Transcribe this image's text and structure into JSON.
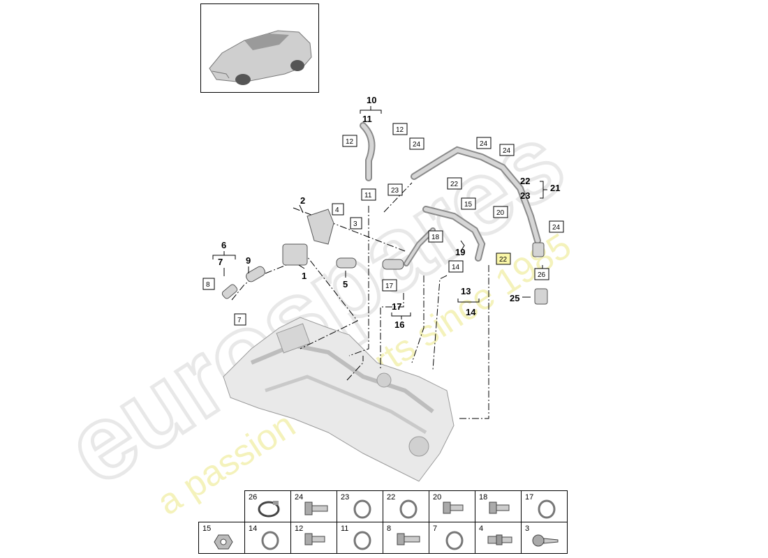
{
  "watermark": {
    "brand": "eurospares",
    "tagline": "a passion for parts since 1985"
  },
  "callouts": {
    "n1": "1",
    "n2": "2",
    "n3": "3",
    "n4": "4",
    "n5": "5",
    "n6": "6",
    "n7": "7",
    "n8": "8",
    "n9": "9",
    "n10": "10",
    "n11": "11",
    "n12": "12",
    "n13": "13",
    "n14": "14",
    "n15": "15",
    "n16": "16",
    "n17": "17",
    "n18": "18",
    "n19": "19",
    "n20": "20",
    "n21": "21",
    "n22": "22",
    "n23": "23",
    "n24": "24",
    "n25": "25",
    "n26": "26"
  },
  "parts_table": {
    "row1": [
      "26",
      "24",
      "23",
      "22",
      "20",
      "18",
      "17"
    ],
    "row2": [
      "15",
      "14",
      "12",
      "11",
      "8",
      "7",
      "4",
      "3"
    ]
  },
  "colors": {
    "line": "#000000",
    "part_fill": "#d9d9d9",
    "engine_fill": "#e6e6e6",
    "watermark_grey": "#ececec",
    "watermark_yellow": "#f3f0b0",
    "highlight_yellow": "#fbf7a8"
  }
}
